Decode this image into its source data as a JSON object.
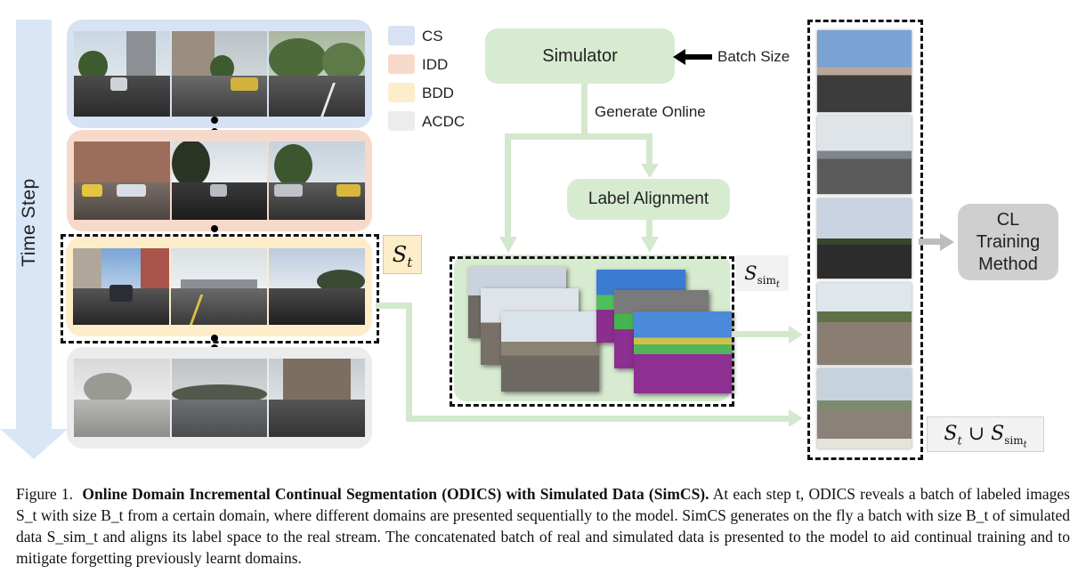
{
  "time_label": "Time Step",
  "legend": [
    {
      "label": "CS",
      "color": "#d7e2f2"
    },
    {
      "label": "IDD",
      "color": "#f7d9cc"
    },
    {
      "label": "BDD",
      "color": "#fdeec9"
    },
    {
      "label": "ACDC",
      "color": "#ececec"
    }
  ],
  "st_label": "S_t",
  "ssim_label": "S_sim_t",
  "union_label": "S_t ∪ S_sim_t",
  "simulator": "Simulator",
  "batch_size": "Batch Size",
  "generate_online": "Generate Online",
  "label_alignment": "Label Alignment",
  "cl_box": [
    "CL",
    "Training",
    "Method"
  ],
  "caption": {
    "figure": "Figure 1.",
    "title": "Online Domain Incremental Continual Segmentation (ODICS) with Simulated Data (SimCS).",
    "body": "At each step t, ODICS reveals a batch of labeled images S_t with size B_t from a certain domain, where different domains are presented sequentially to the model. SimCS generates on the fly a batch with size B_t of simulated data S_sim_t and aligns its label space to the real stream. The concatenated batch of real and simulated data is presented to the model to aid continual training and to mitigate forgetting previously learnt domains."
  }
}
